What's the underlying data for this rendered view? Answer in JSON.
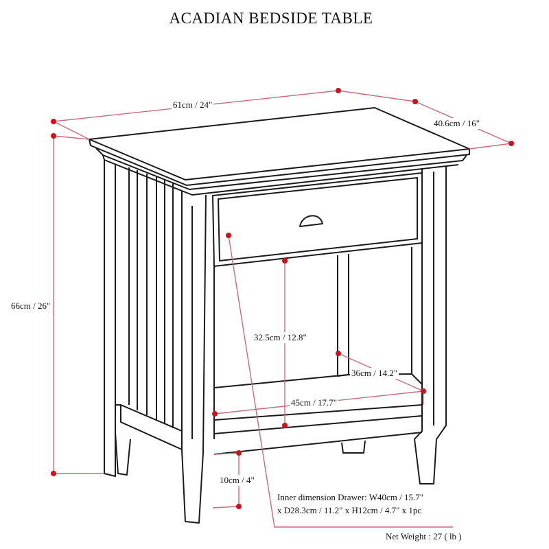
{
  "title": "ACADIAN BEDSIDE TABLE",
  "dimensions": {
    "width": "61cm / 24\"",
    "depth": "40.6cm / 16\"",
    "height": "66cm / 26\"",
    "inner_height": "32.5cm / 12.8\"",
    "shelf_depth": "36cm / 14.2\"",
    "shelf_width": "45cm / 17.7\"",
    "leg_height": "10cm / 4\""
  },
  "drawer_note": {
    "line1": "Inner dimension Drawer: W40cm / 15.7\"",
    "line2": "x D28.3cm / 11.2\" x H12cm / 4.7\" x 1pc"
  },
  "net_weight": "Net Weight : 27 ( lb )",
  "colors": {
    "dimension_line": "#c96b7a",
    "dimension_dot": "#d0101a"
  }
}
